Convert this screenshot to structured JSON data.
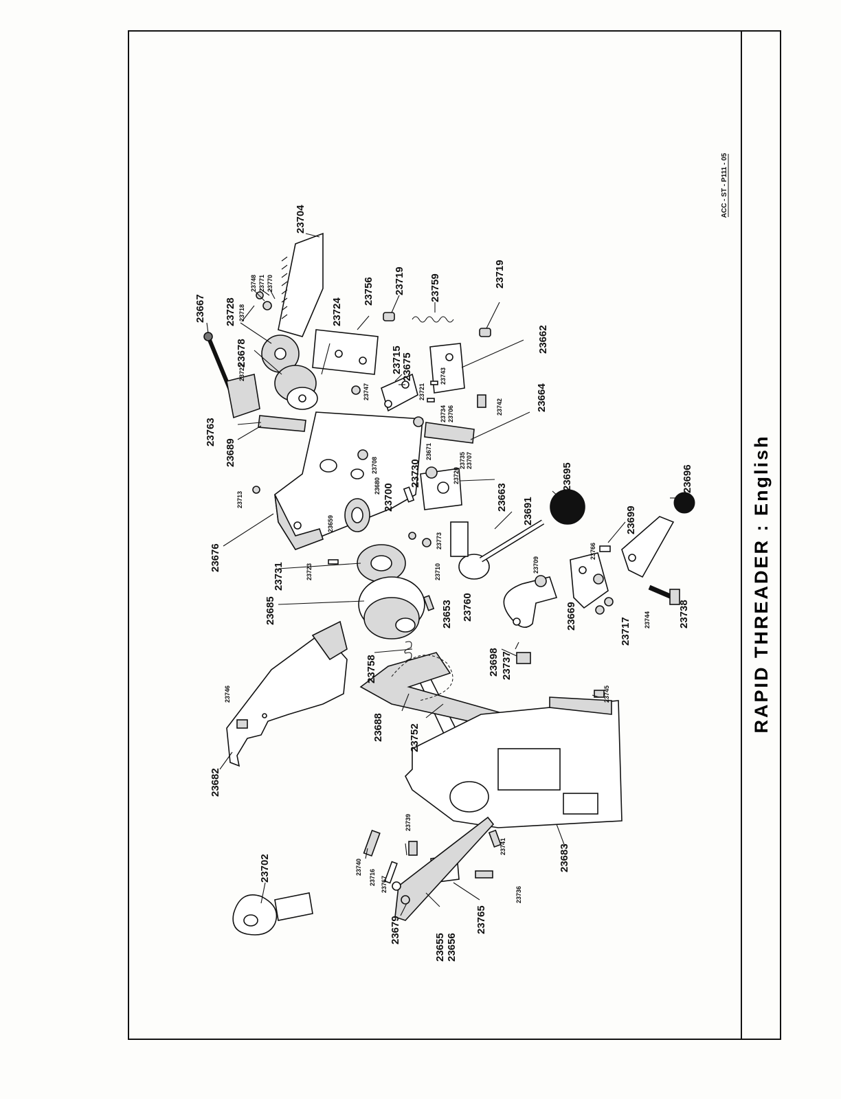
{
  "document_code": "ACC - ST - P111 - 05",
  "title": "RAPID THREADER : English",
  "parts": [
    {
      "id": "p23704",
      "label": "23704"
    },
    {
      "id": "p23748",
      "label": "23748"
    },
    {
      "id": "p23771",
      "label": "23771"
    },
    {
      "id": "p23770",
      "label": "23770"
    },
    {
      "id": "p23667",
      "label": "23667"
    },
    {
      "id": "p23718",
      "label": "23718"
    },
    {
      "id": "p23728",
      "label": "23728"
    },
    {
      "id": "p23724",
      "label": "23724"
    },
    {
      "id": "p23756",
      "label": "23756"
    },
    {
      "id": "p23719a",
      "label": "23719"
    },
    {
      "id": "p23759",
      "label": "23759"
    },
    {
      "id": "p23719b",
      "label": "23719"
    },
    {
      "id": "p23678",
      "label": "23678"
    },
    {
      "id": "p23722",
      "label": "23722"
    },
    {
      "id": "p23715",
      "label": "23715"
    },
    {
      "id": "p23675",
      "label": "23675"
    },
    {
      "id": "p23747",
      "label": "23747"
    },
    {
      "id": "p23721",
      "label": "23721"
    },
    {
      "id": "p23743",
      "label": "23743"
    },
    {
      "id": "p23662",
      "label": "23662"
    },
    {
      "id": "p23734",
      "label": "23734"
    },
    {
      "id": "p23706",
      "label": "23706"
    },
    {
      "id": "p23742",
      "label": "23742"
    },
    {
      "id": "p23664",
      "label": "23664"
    },
    {
      "id": "p23763",
      "label": "23763"
    },
    {
      "id": "p23689",
      "label": "23689"
    },
    {
      "id": "p23671",
      "label": "23671"
    },
    {
      "id": "p23708",
      "label": "23708"
    },
    {
      "id": "p23730",
      "label": "23730"
    },
    {
      "id": "p23735",
      "label": "23735"
    },
    {
      "id": "p23707",
      "label": "23707"
    },
    {
      "id": "p23720",
      "label": "23720"
    },
    {
      "id": "p23695",
      "label": "23695"
    },
    {
      "id": "p23696",
      "label": "23696"
    },
    {
      "id": "p23713",
      "label": "23713"
    },
    {
      "id": "p23680",
      "label": "23680"
    },
    {
      "id": "p23700",
      "label": "23700"
    },
    {
      "id": "p23663",
      "label": "23663"
    },
    {
      "id": "p23691",
      "label": "23691"
    },
    {
      "id": "p23699",
      "label": "23699"
    },
    {
      "id": "p23676",
      "label": "23676"
    },
    {
      "id": "p23659",
      "label": "23659"
    },
    {
      "id": "p23773",
      "label": "23773"
    },
    {
      "id": "p23766",
      "label": "23766"
    },
    {
      "id": "p23709",
      "label": "23709"
    },
    {
      "id": "p23710",
      "label": "23710"
    },
    {
      "id": "p23723",
      "label": "23723"
    },
    {
      "id": "p23731",
      "label": "23731"
    },
    {
      "id": "p23760",
      "label": "23760"
    },
    {
      "id": "p23669",
      "label": "23669"
    },
    {
      "id": "p23717",
      "label": "23717"
    },
    {
      "id": "p23744",
      "label": "23744"
    },
    {
      "id": "p23738",
      "label": "23738"
    },
    {
      "id": "p23685",
      "label": "23685"
    },
    {
      "id": "p23653",
      "label": "23653"
    },
    {
      "id": "p23698",
      "label": "23698"
    },
    {
      "id": "p23737",
      "label": "23737"
    },
    {
      "id": "p23758",
      "label": "23758"
    },
    {
      "id": "p23746",
      "label": "23746"
    },
    {
      "id": "p23745",
      "label": "23745"
    },
    {
      "id": "p23688",
      "label": "23688"
    },
    {
      "id": "p23752",
      "label": "23752"
    },
    {
      "id": "p23682",
      "label": "23682"
    },
    {
      "id": "p23740",
      "label": "23740"
    },
    {
      "id": "p23739",
      "label": "23739"
    },
    {
      "id": "p23741",
      "label": "23741"
    },
    {
      "id": "p23716",
      "label": "23716"
    },
    {
      "id": "p23767",
      "label": "23767"
    },
    {
      "id": "p23702",
      "label": "23702"
    },
    {
      "id": "p23683",
      "label": "23683"
    },
    {
      "id": "p23736",
      "label": "23736"
    },
    {
      "id": "p23679",
      "label": "23679"
    },
    {
      "id": "p23765",
      "label": "23765"
    },
    {
      "id": "p23655",
      "label": "23655"
    },
    {
      "id": "p23656",
      "label": "23656"
    }
  ]
}
